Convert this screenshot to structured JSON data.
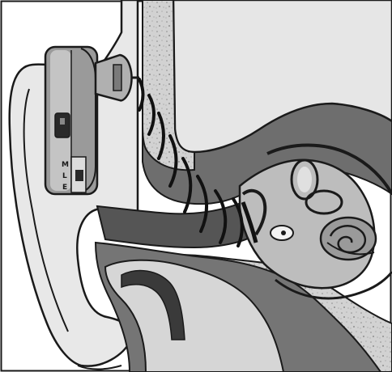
{
  "figure": {
    "kind": "ear-anatomy-illustration",
    "device": {
      "name": "in-ear-hearing-aid",
      "switch_labels": [
        "M",
        "L",
        "E"
      ]
    },
    "colors": {
      "background": "#ffffff",
      "outline": "#1a1a1a",
      "skin": "#e4e4e4",
      "canal_tissue": "#6e6e6e",
      "bone": "#cfcfcf",
      "device_body": "#9a9a9a",
      "device_light": "#c8c8c8"
    }
  }
}
